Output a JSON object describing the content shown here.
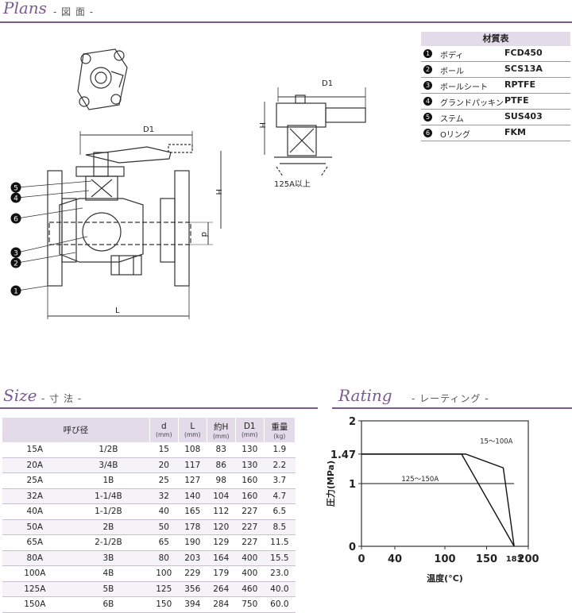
{
  "plans": {
    "title": "Plans",
    "subtitle": "- 図 面 -"
  },
  "size": {
    "title": "Size",
    "subtitle": "- 寸 法 -"
  },
  "rating": {
    "title": "Rating",
    "subtitle": "- レーティング -"
  },
  "materials": {
    "header": "材質表",
    "rows": [
      {
        "num": "1",
        "name": "ボディ",
        "value": "FCD450"
      },
      {
        "num": "2",
        "name": "ボール",
        "value": "SCS13A"
      },
      {
        "num": "3",
        "name": "ボールシート",
        "value": "RPTFE"
      },
      {
        "num": "4",
        "name": "グランドパッキン",
        "value": "PTFE"
      },
      {
        "num": "5",
        "name": "ステム",
        "value": "SUS403"
      },
      {
        "num": "6",
        "name": "Oリング",
        "value": "FKM"
      }
    ]
  },
  "drawing": {
    "d1": "D1",
    "h": "H",
    "l": "L",
    "d": "d",
    "note_125": "125A以上",
    "callouts": [
      "5",
      "4",
      "6",
      "3",
      "2",
      "1"
    ]
  },
  "size_table": {
    "headers": [
      {
        "label": "呼び径",
        "unit": ""
      },
      {
        "label": "",
        "unit": ""
      },
      {
        "label": "d",
        "unit": "(mm)"
      },
      {
        "label": "L",
        "unit": "(mm)"
      },
      {
        "label": "約H",
        "unit": "(mm)"
      },
      {
        "label": "D1",
        "unit": "(mm)"
      },
      {
        "label": "重量",
        "unit": "(kg)"
      }
    ],
    "rows": [
      [
        "15A",
        "1/2B",
        "15",
        "108",
        "83",
        "130",
        "1.9"
      ],
      [
        "20A",
        "3/4B",
        "20",
        "117",
        "86",
        "130",
        "2.2"
      ],
      [
        "25A",
        "1B",
        "25",
        "127",
        "98",
        "160",
        "3.7"
      ],
      [
        "32A",
        "1-1/4B",
        "32",
        "140",
        "104",
        "160",
        "4.7"
      ],
      [
        "40A",
        "1-1/2B",
        "40",
        "165",
        "112",
        "227",
        "6.5"
      ],
      [
        "50A",
        "2B",
        "50",
        "178",
        "120",
        "227",
        "8.5"
      ],
      [
        "65A",
        "2-1/2B",
        "65",
        "190",
        "129",
        "227",
        "11.5"
      ],
      [
        "80A",
        "3B",
        "80",
        "203",
        "164",
        "400",
        "15.5"
      ],
      [
        "100A",
        "4B",
        "100",
        "229",
        "179",
        "400",
        "23.0"
      ],
      [
        "125A",
        "5B",
        "125",
        "356",
        "264",
        "460",
        "40.0"
      ],
      [
        "150A",
        "6B",
        "150",
        "394",
        "284",
        "750",
        "60.0"
      ]
    ]
  },
  "chart_data": {
    "type": "line",
    "xlabel": "温度(°C)",
    "ylabel": "圧力(MPa)",
    "xlim": [
      0,
      200
    ],
    "ylim": [
      0,
      2
    ],
    "x_ticks": [
      "0",
      "40",
      "100",
      "150",
      "200"
    ],
    "y_ticks": [
      "0",
      "1",
      "1.47",
      "2"
    ],
    "extra_x_label": "183",
    "series": [
      {
        "name": "15〜100A",
        "points": [
          [
            0,
            1.47
          ],
          [
            125,
            1.47
          ],
          [
            170,
            1.25
          ],
          [
            183,
            0
          ]
        ]
      },
      {
        "name": "125〜150A",
        "points": [
          [
            0,
            1.47
          ],
          [
            120,
            1.47
          ],
          [
            183,
            0
          ]
        ]
      }
    ],
    "reference_lines": [
      {
        "y": 1,
        "x_to": 183
      }
    ],
    "grid": false,
    "line_color": "#111111"
  }
}
